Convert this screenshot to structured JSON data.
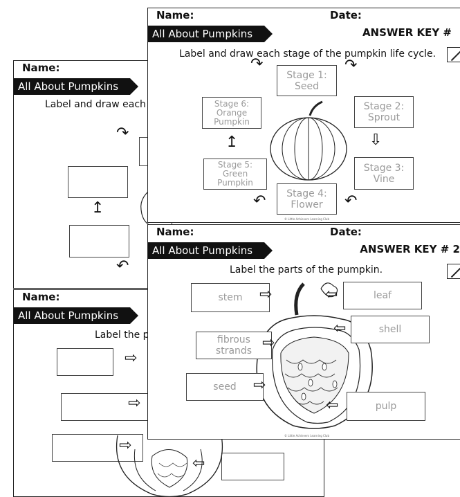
{
  "common": {
    "name_label": "Name:",
    "date_label": "Date:",
    "ribbon_title": "All About Pumpkins"
  },
  "sheet_life_cycle_blank": {
    "instructions": "Label and draw each"
  },
  "sheet_parts_blank": {
    "instructions": "Label the p"
  },
  "sheet_life_cycle_key": {
    "answer_key": "ANSWER KEY #",
    "instructions": "Label and draw each stage of the pumpkin life cycle.",
    "stages": [
      "Stage 1:\nSeed",
      "Stage 2:\nSprout",
      "Stage 3:\nVine",
      "Stage 4:\nFlower",
      "Stage 5:\nGreen Pumpkin",
      "Stage 6:\nOrange\nPumpkin"
    ],
    "copyright": "© Little Achievers Learning Club"
  },
  "sheet_parts_key": {
    "answer_key": "ANSWER KEY # 2",
    "instructions": "Label the parts of the pumpkin.",
    "parts": {
      "stem": "stem",
      "leaf": "leaf",
      "shell": "shell",
      "fibrous_strands": "fibrous\nstrands",
      "seed": "seed",
      "pulp": "pulp"
    },
    "copyright": "© Little Achievers Learning Club"
  }
}
